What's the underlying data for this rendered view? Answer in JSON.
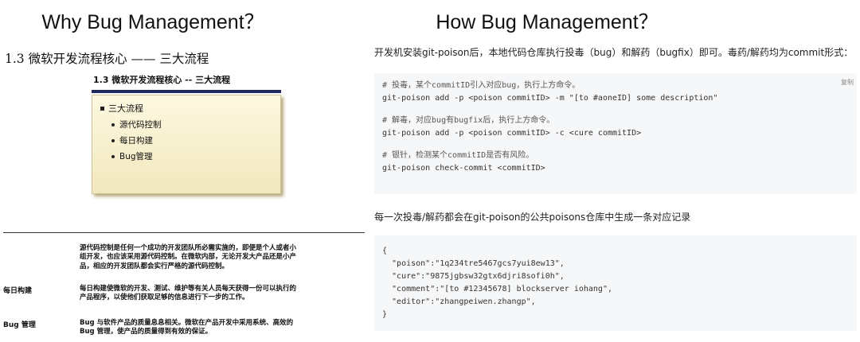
{
  "left": {
    "title": "Why Bug Management？",
    "section_heading": "1.3 微软开发流程核心 —— 三大流程",
    "slide": {
      "title": "1.3 微软开发流程核心 -- 三大流程",
      "main_item": "三大流程",
      "sub_items": [
        "源代码控制",
        "每日构建",
        "Bug管理"
      ]
    },
    "definitions": [
      {
        "term": "",
        "text": "源代码控制是任何一个成功的开发团队所必需实施的，即便是个人或者小组开发，也应该采用源代码控制。在微软内部，无论开发大产品还是小产品，相应的开发团队都会实行严格的源代码控制。"
      },
      {
        "term": "每日构建",
        "text": "每日构建使微软的开发、测试、维护等有关人员每天获得一份可以执行的产品程序，以使他们获取足够的信息进行下一步的工作。"
      },
      {
        "term": "Bug 管理",
        "text": "Bug 与软件产品的质量息息相关。微软在产品开发中采用系统、高效的 Bug 管理，使产品的质量得到有效的保证。"
      }
    ]
  },
  "right": {
    "title": "How Bug Management？",
    "intro": "开发机安装git-poison后，本地代码仓库执行投毒（bug）和解药（bugfix）即可。毒药/解药均为commit形式：",
    "copy_label": "复制",
    "code1": {
      "comment1": "# 投毒，某个commitID引入对应bug，执行上方命令。",
      "cmd1": "git-poison add -p <poison commitID> -m \"[to #aoneID] some description\"",
      "comment2": "# 解毒，对应bug有bugfix后，执行上方命令。",
      "cmd2": "git-poison add -p <poison commitID> -c <cure commitID>",
      "comment3": "# 银针，检测某个commitID是否有风险。",
      "cmd3": "git-poison check-commit <commitID>"
    },
    "mid_text": "每一次投毒/解药都会在git-poison的公共poisons仓库中生成一条对应记录",
    "code2": {
      "open": "{",
      "poison": "  \"poison\":\"1q234tre5467gcs7yui8ew13\",",
      "cure": "  \"cure\":\"9875jgbsw32gtx6djri8sofi0h\",",
      "comment": "  \"comment\":\"[to #12345678] blockserver iohang\",",
      "editor": "  \"editor\":\"zhangpeiwen.zhangp\",",
      "close": "}"
    }
  }
}
